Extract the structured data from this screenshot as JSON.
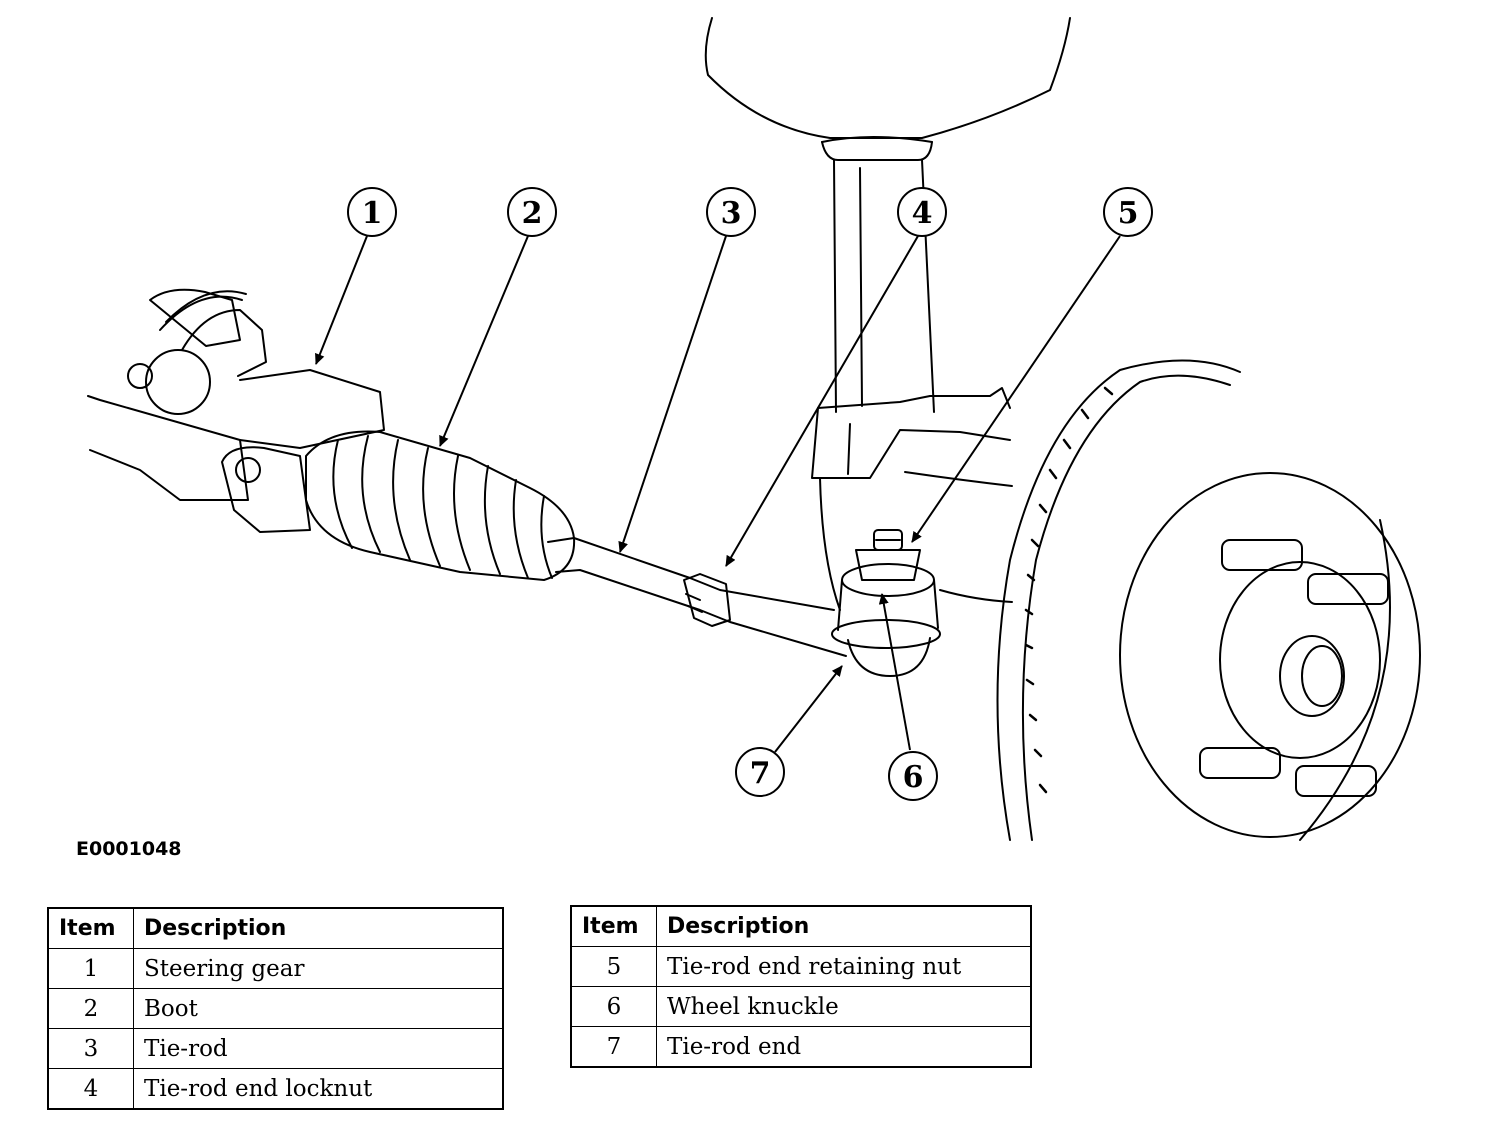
{
  "figure_id": "E0001048",
  "callouts": [
    {
      "number": "1",
      "description": "Steering gear"
    },
    {
      "number": "2",
      "description": "Boot"
    },
    {
      "number": "3",
      "description": "Tie-rod"
    },
    {
      "number": "4",
      "description": "Tie-rod end locknut"
    },
    {
      "number": "5",
      "description": "Tie-rod end retaining nut"
    },
    {
      "number": "6",
      "description": "Wheel knuckle"
    },
    {
      "number": "7",
      "description": "Tie-rod end"
    }
  ],
  "tables": [
    {
      "header": {
        "item": "Item",
        "description": "Description"
      },
      "rows": [
        {
          "item": "1",
          "description": "Steering gear"
        },
        {
          "item": "2",
          "description": "Boot"
        },
        {
          "item": "3",
          "description": "Tie-rod"
        },
        {
          "item": "4",
          "description": "Tie-rod end locknut"
        }
      ]
    },
    {
      "header": {
        "item": "Item",
        "description": "Description"
      },
      "rows": [
        {
          "item": "5",
          "description": "Tie-rod end retaining nut"
        },
        {
          "item": "6",
          "description": "Wheel knuckle"
        },
        {
          "item": "7",
          "description": "Tie-rod end"
        }
      ]
    }
  ]
}
